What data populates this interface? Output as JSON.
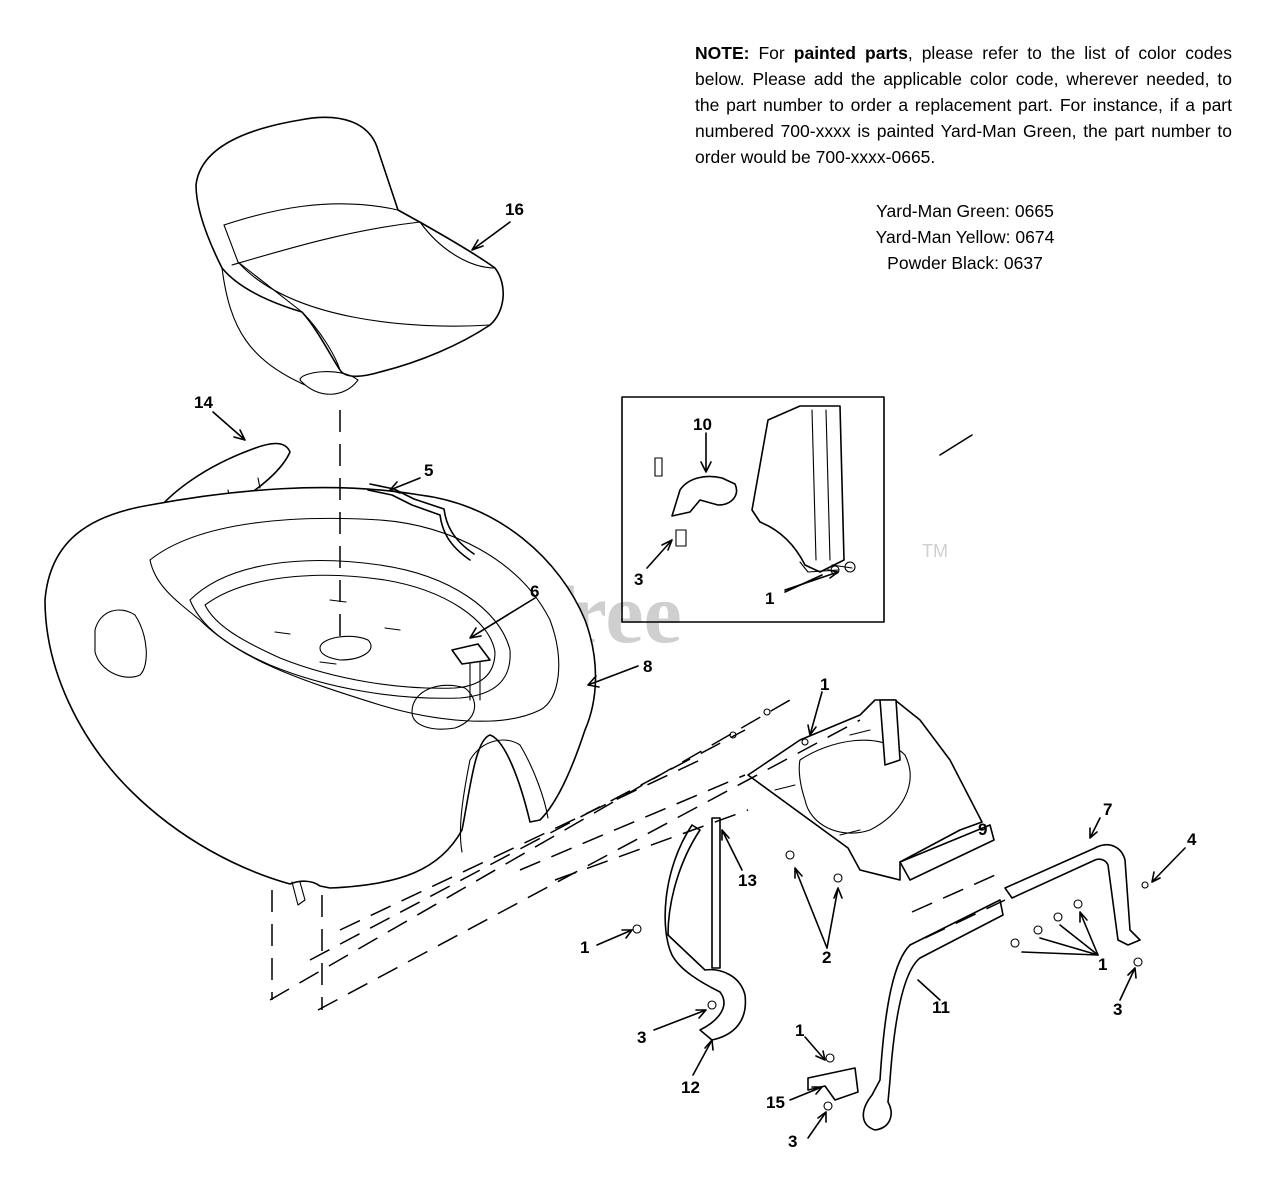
{
  "note": {
    "lead": "NOTE:",
    "part1": " For ",
    "strong": "painted parts",
    "part2": ", please refer to the list of color codes below.  Please add the applicable color code, wherever needed, to the part number to order a replacement part. For instance, if a part numbered 700-xxxx is painted Yard-Man Green, the part number to order would be 700-xxxx-0665."
  },
  "color_codes": [
    "Yard-Man Green: 0665",
    "Yard-Man Yellow: 0674",
    "Powder Black: 0637"
  ],
  "watermark": "PartsTree",
  "trademark": "TM",
  "callouts": {
    "c16": "16",
    "c14": "14",
    "c5": "5",
    "c6": "6",
    "c8": "8",
    "c10": "10",
    "c3_inset": "3",
    "c1_inset": "1",
    "c1_top": "1",
    "c9": "9",
    "c7": "7",
    "c4": "4",
    "c13": "13",
    "c1_left": "1",
    "c2": "2",
    "c1_right": "1",
    "c3_right": "3",
    "c3_left": "3",
    "c11": "11",
    "c12": "12",
    "c1_bottom": "1",
    "c15": "15",
    "c3_bottom": "3"
  }
}
